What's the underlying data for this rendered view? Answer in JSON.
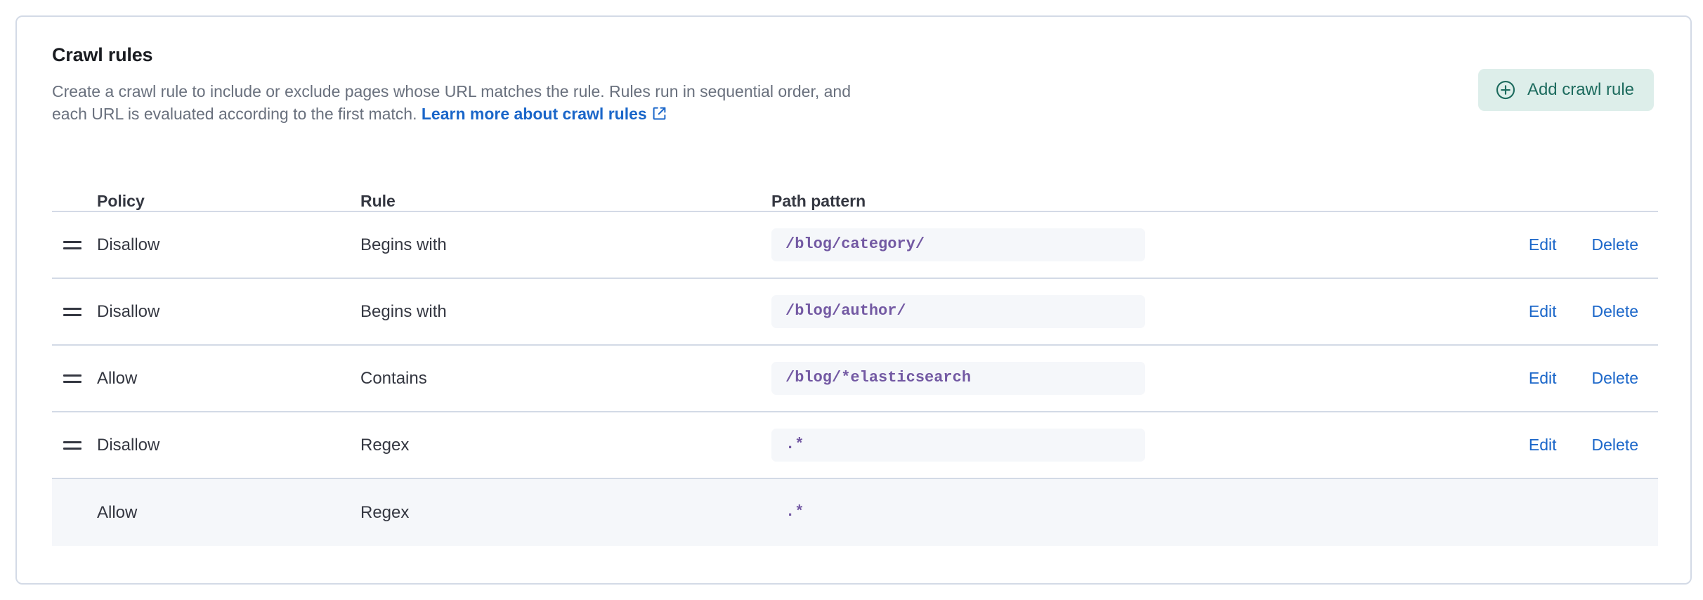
{
  "card": {
    "title": "Crawl rules",
    "description_before": "Create a crawl rule to include or exclude pages whose URL matches the rule. Rules run in sequential order, and each URL is evaluated according to the first match. ",
    "learn_more_label": "Learn more about crawl rules",
    "external_link_icon": "external-link-icon"
  },
  "add_button": {
    "label": "Add crawl rule",
    "icon": "plus-in-circle-icon",
    "bg_color": "#DDEEEA",
    "text_color": "#1D6B5E"
  },
  "table": {
    "columns": [
      "Policy",
      "Rule",
      "Path pattern"
    ],
    "actions": {
      "edit_label": "Edit",
      "delete_label": "Delete"
    },
    "rows": [
      {
        "handle": "drag-handle-icon",
        "policy": "Disallow",
        "rule": "Begins with",
        "path_pattern": "/blog/category/",
        "has_handle": true,
        "has_pill": true,
        "has_actions": true,
        "highlighted": false
      },
      {
        "handle": "drag-handle-icon",
        "policy": "Disallow",
        "rule": "Begins with",
        "path_pattern": "/blog/author/",
        "has_handle": true,
        "has_pill": true,
        "has_actions": true,
        "highlighted": false
      },
      {
        "handle": "drag-handle-icon",
        "policy": "Allow",
        "rule": "Contains",
        "path_pattern": "/blog/*elasticsearch",
        "has_handle": true,
        "has_pill": true,
        "has_actions": true,
        "highlighted": false
      },
      {
        "handle": "drag-handle-icon",
        "policy": "Disallow",
        "rule": "Regex",
        "path_pattern": ".*",
        "has_handle": true,
        "has_pill": true,
        "has_actions": true,
        "highlighted": false
      },
      {
        "handle": null,
        "policy": "Allow",
        "rule": "Regex",
        "path_pattern": ".*",
        "has_handle": false,
        "has_pill": false,
        "has_actions": false,
        "highlighted": true
      }
    ]
  },
  "colors": {
    "card_border": "#D3DAE6",
    "link_blue": "#1A66C9",
    "code_purple": "#7359A3",
    "code_bg": "#F5F7FA",
    "text_primary": "#343741",
    "text_muted": "#69707D"
  }
}
